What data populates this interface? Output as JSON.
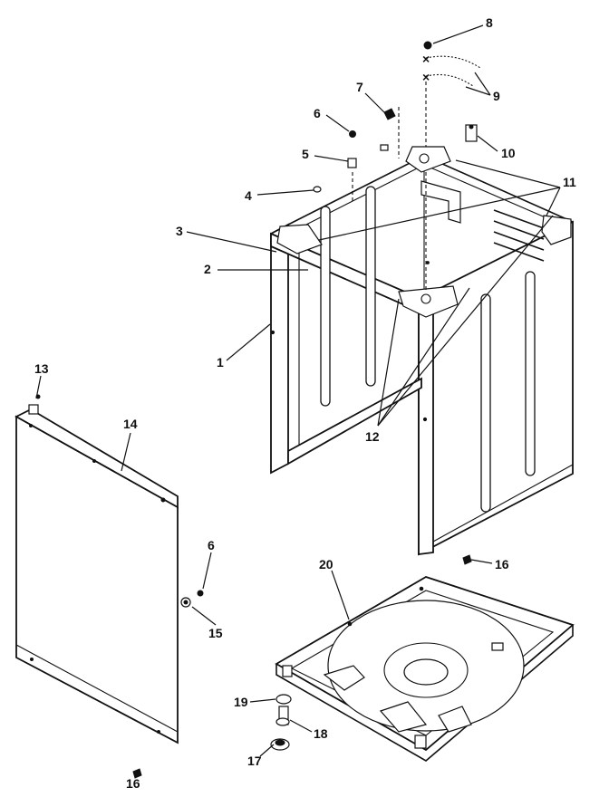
{
  "callouts": [
    {
      "id": "c8",
      "text": "8"
    },
    {
      "id": "c9",
      "text": "9"
    },
    {
      "id": "c7",
      "text": "7"
    },
    {
      "id": "c6a",
      "text": "6"
    },
    {
      "id": "c10",
      "text": "10"
    },
    {
      "id": "c5",
      "text": "5"
    },
    {
      "id": "c11",
      "text": "11"
    },
    {
      "id": "c4",
      "text": "4"
    },
    {
      "id": "c3",
      "text": "3"
    },
    {
      "id": "c2",
      "text": "2"
    },
    {
      "id": "c1",
      "text": "1"
    },
    {
      "id": "c13",
      "text": "13"
    },
    {
      "id": "c14",
      "text": "14"
    },
    {
      "id": "c12",
      "text": "12"
    },
    {
      "id": "c6b",
      "text": "6"
    },
    {
      "id": "c16a",
      "text": "16"
    },
    {
      "id": "c20",
      "text": "20"
    },
    {
      "id": "c15",
      "text": "15"
    },
    {
      "id": "c19",
      "text": "19"
    },
    {
      "id": "c18",
      "text": "18"
    },
    {
      "id": "c17",
      "text": "17"
    },
    {
      "id": "c16b",
      "text": "16"
    }
  ]
}
